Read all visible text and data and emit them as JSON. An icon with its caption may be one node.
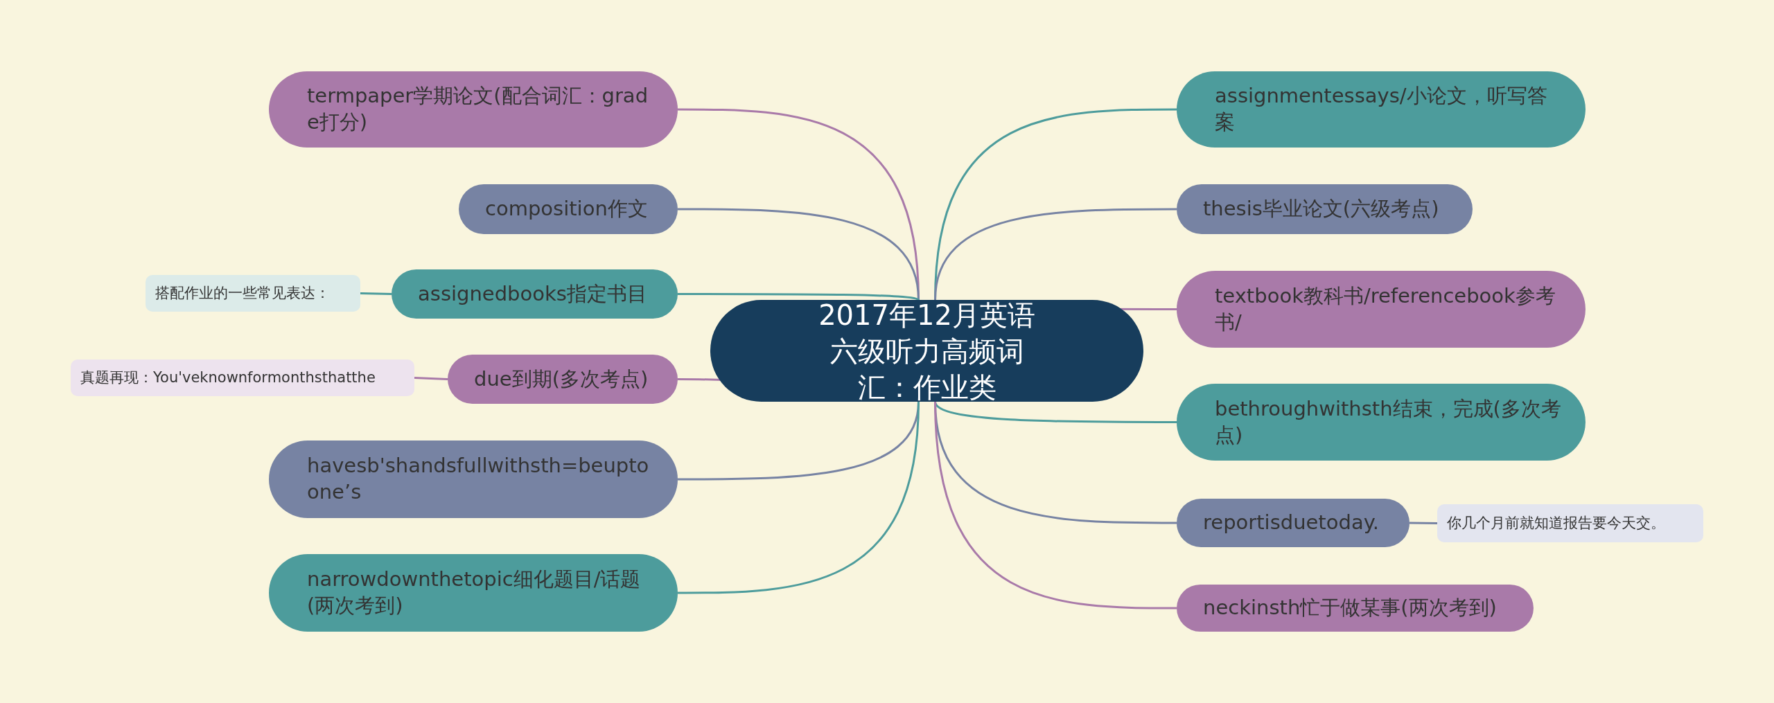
{
  "diagram": {
    "nodes": [
      {
        "text": [
          "2017年12月英语六级听力高频词汇：作业类"
        ]
      },
      {
        "text": [
          "termpaper学期论文(配合词汇：grade打分)"
        ]
      },
      {
        "text": [
          "composition作文"
        ]
      },
      {
        "text": [
          "assignedbooks指定书目"
        ]
      },
      {
        "text": [
          "搭配作业的一些常见表达："
        ]
      },
      {
        "text": [
          "due到期(多次考点)"
        ]
      },
      {
        "text": [
          "真题再现：You'veknownformonthsthatthe"
        ]
      },
      {
        "text": [
          "havesb'shandsfullwithsth=beuptoone’s"
        ]
      },
      {
        "text": [
          "narrowdownthetopic细化题目/话题(两次考到)"
        ]
      },
      {
        "text": [
          "assignmentessays/小论文，听写答案"
        ]
      },
      {
        "text": [
          "thesis毕业论文(六级考点)"
        ]
      },
      {
        "text": [
          "textbook教科书/referencebook参考书/"
        ]
      },
      {
        "text": [
          "bethroughwithsth结束，完成(多次考点)"
        ]
      },
      {
        "text": [
          "reportisduetoday."
        ]
      },
      {
        "text": [
          "你几个月前就知道报告要今天交。"
        ]
      },
      {
        "text": [
          "neckinsth忙于做某事(两次考到)"
        ]
      }
    ],
    "edges": [
      {
        "from": 0,
        "to": 1,
        "arrow": "none",
        "color": "#a97aa9"
      },
      {
        "from": 0,
        "to": 2,
        "arrow": "none",
        "color": "#7783a3"
      },
      {
        "from": 0,
        "to": 3,
        "arrow": "none",
        "color": "#4d9c9c"
      },
      {
        "from": 3,
        "to": 4,
        "arrow": "none",
        "color": "#4d9c9c"
      },
      {
        "from": 0,
        "to": 5,
        "arrow": "none",
        "color": "#a97aa9"
      },
      {
        "from": 5,
        "to": 6,
        "arrow": "none",
        "color": "#a97aa9"
      },
      {
        "from": 0,
        "to": 7,
        "arrow": "none",
        "color": "#7783a3"
      },
      {
        "from": 0,
        "to": 8,
        "arrow": "none",
        "color": "#4d9c9c"
      },
      {
        "from": 0,
        "to": 9,
        "arrow": "none",
        "color": "#4d9c9c"
      },
      {
        "from": 0,
        "to": 10,
        "arrow": "none",
        "color": "#7783a3"
      },
      {
        "from": 0,
        "to": 11,
        "arrow": "none",
        "color": "#a97aa9"
      },
      {
        "from": 0,
        "to": 12,
        "arrow": "none",
        "color": "#4d9c9c"
      },
      {
        "from": 0,
        "to": 13,
        "arrow": "none",
        "color": "#7783a3"
      },
      {
        "from": 13,
        "to": 14,
        "arrow": "none",
        "color": "#7783a3"
      },
      {
        "from": 0,
        "to": 15,
        "arrow": "none",
        "color": "#a97aa9"
      }
    ]
  }
}
